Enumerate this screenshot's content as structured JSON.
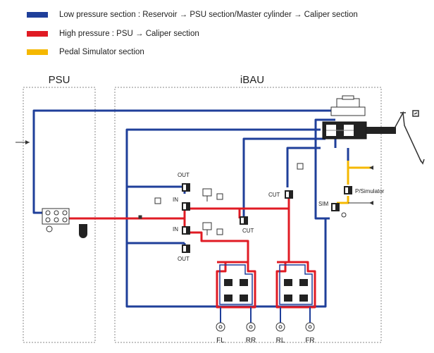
{
  "legend": {
    "low": {
      "color": "#1f3f9a",
      "text": "Low pressure section : Reservoir → PSU section/Master cylinder → Caliper section"
    },
    "high": {
      "color": "#e01b24",
      "text": "High pressure : PSU → Caliper section"
    },
    "pedal": {
      "color": "#f5b800",
      "text": "Pedal Simulator section"
    }
  },
  "diagram": {
    "psu_title": "PSU",
    "ibau_title": "iBAU",
    "labels": {
      "out_top": "OUT",
      "in_top": "IN",
      "in_bottom": "IN",
      "out_bottom": "OUT",
      "cut_left": "CUT",
      "cut_right": "CUT",
      "sim": "SIM",
      "p_simulator": "P/Simulator"
    },
    "wheels": [
      "FL",
      "RR",
      "RL",
      "FR"
    ]
  }
}
